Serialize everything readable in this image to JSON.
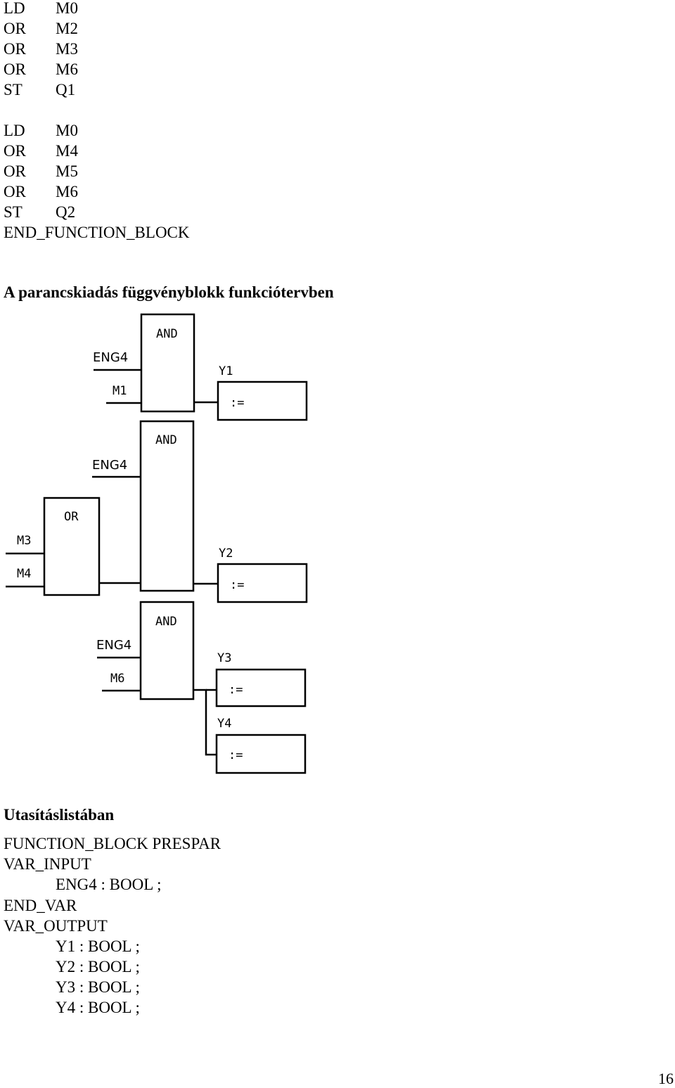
{
  "il_block1": [
    {
      "op": "LD",
      "arg": "M0"
    },
    {
      "op": "OR",
      "arg": "M2"
    },
    {
      "op": "OR",
      "arg": "M3"
    },
    {
      "op": "OR",
      "arg": "M6"
    },
    {
      "op": "ST",
      "arg": "Q1"
    }
  ],
  "il_block2": [
    {
      "op": "LD",
      "arg": "M0"
    },
    {
      "op": "OR",
      "arg": "M4"
    },
    {
      "op": "OR",
      "arg": "M5"
    },
    {
      "op": "OR",
      "arg": "M6"
    },
    {
      "op": "ST",
      "arg": "Q2"
    }
  ],
  "end_function_block": "END_FUNCTION_BLOCK",
  "fbd_heading": "A parancskiadás függvényblokk funkciótervben",
  "diagram": {
    "and_label": "AND",
    "or_label": "OR",
    "assign_label": ":=",
    "inputs": {
      "eng4": "ENG4",
      "m1": "M1",
      "m3": "M3",
      "m4": "M4",
      "m6": "M6"
    },
    "outputs": {
      "y1": "Y1",
      "y2": "Y2",
      "y3": "Y3",
      "y4": "Y4"
    }
  },
  "il_heading": "Utasításlistában",
  "decl": {
    "fb": "FUNCTION_BLOCK PRESPAR",
    "var_input": "VAR_INPUT",
    "eng4": "ENG4 : BOOL ;",
    "end_var": "END_VAR",
    "var_output": "VAR_OUTPUT",
    "y1": "Y1 : BOOL ;",
    "y2": "Y2 : BOOL ;",
    "y3": "Y3 : BOOL ;",
    "y4": "Y4 : BOOL ;"
  },
  "page_number": "16"
}
